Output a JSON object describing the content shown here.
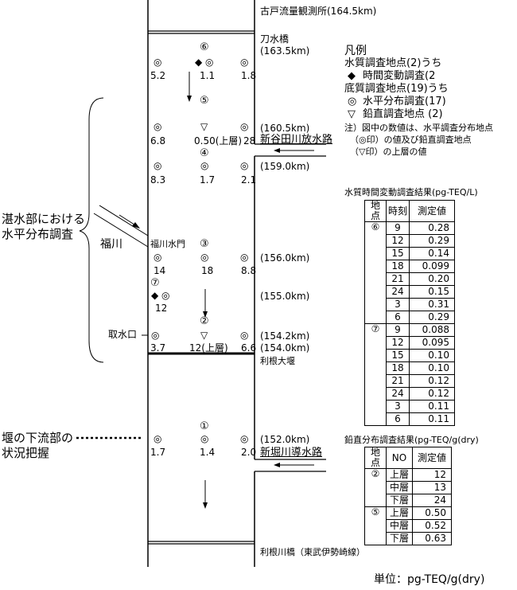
{
  "stations": {
    "kodo": "古戸流量観測所(164.5km)",
    "tonehashi_top": "刀水橋",
    "km_163_5": "(163.5km)",
    "km_160_5": "(160.5km)",
    "km_159_0": "(159.0km)",
    "km_156_0": "(156.0km)",
    "km_155_0": "(155.0km)",
    "km_154_2": "(154.2km)",
    "km_154_0": "(154.0km)",
    "km_152_0": "(152.0km)",
    "shinyata": "新谷田川放水路",
    "fukukawa_gate": "福川水門",
    "fukukawa": "福川",
    "shusuiguchi": "取水口",
    "tone_ozeki": "利根大堰",
    "shinhorikawa": "新堀川導水路",
    "tonekawa_bridge": "利根川橋（東武伊勢崎線）"
  },
  "left_labels": {
    "tansui_line1": "湛水部における",
    "tansui_line2": "水平分布調査",
    "downstream_line1": "堰の下流部の",
    "downstream_line2": "状況把握"
  },
  "points": {
    "p6": "⑥",
    "p5": "⑤",
    "p4": "④",
    "p3": "③",
    "p7": "⑦",
    "p2": "②",
    "p1": "①",
    "v_163_a": "5.2",
    "v_163_b": "1.1",
    "v_163_c": "1.8",
    "v_160_a": "6.8",
    "v_160_b": "0.50(上層)",
    "v_160_c": "28",
    "v_159_a": "8.3",
    "v_159_b": "1.7",
    "v_159_c": "2.1",
    "v_156_a": "14",
    "v_156_b": "18",
    "v_156_c": "8.8",
    "v_155_a": "12",
    "v_154_a": "3.7",
    "v_154_b": "12(上層)",
    "v_154_c": "6.6",
    "v_152_a": "1.7",
    "v_152_b": "1.4",
    "v_152_c": "2.0"
  },
  "symbols": {
    "circle": "◎",
    "diamond": "◆",
    "triangle": "▽",
    "arrow_left": "←"
  },
  "legend": {
    "title": "凡例",
    "line1": "水質調査地点(2)うち",
    "line2_sym": "◆",
    "line2": "時間変動調査(2",
    "line3": "底質調査地点(19)うち",
    "line4_sym": "◎",
    "line4": "水平分布調査(17)",
    "line5_sym": "▽",
    "line5": "鉛直調査地点 (2)",
    "note1": "注）図中の数値は、水平調査分布地点",
    "note2": "（◎印）の値及び鉛直調査地点",
    "note3": "（▽印）の上層の値"
  },
  "time_table": {
    "title": "水質時間変動調査結果(pg-TEQ/L)",
    "headers": [
      "地点",
      "時刻",
      "測定値"
    ],
    "groups": [
      {
        "point": "⑥",
        "rows": [
          [
            "9",
            "0.28"
          ],
          [
            "12",
            "0.29"
          ],
          [
            "15",
            "0.14"
          ],
          [
            "18",
            "0.099"
          ],
          [
            "21",
            "0.20"
          ],
          [
            "24",
            "0.15"
          ],
          [
            "3",
            "0.31"
          ],
          [
            "6",
            "0.29"
          ]
        ]
      },
      {
        "point": "⑦",
        "rows": [
          [
            "9",
            "0.088"
          ],
          [
            "12",
            "0.095"
          ],
          [
            "15",
            "0.10"
          ],
          [
            "18",
            "0.10"
          ],
          [
            "21",
            "0.12"
          ],
          [
            "24",
            "0.12"
          ],
          [
            "3",
            "0.11"
          ],
          [
            "6",
            "0.11"
          ]
        ]
      }
    ]
  },
  "vertical_table": {
    "title": "鉛直分布調査結果(pg-TEQ/g(dry)",
    "headers": [
      "地点",
      "NO",
      "測定値"
    ],
    "groups": [
      {
        "point": "②",
        "rows": [
          [
            "上層",
            "12"
          ],
          [
            "中層",
            "13"
          ],
          [
            "下層",
            "24"
          ]
        ]
      },
      {
        "point": "⑤",
        "rows": [
          [
            "上層",
            "0.50"
          ],
          [
            "中層",
            "0.52"
          ],
          [
            "下層",
            "0.63"
          ]
        ]
      }
    ]
  },
  "unit": "単位：pg-TEQ/g(dry)"
}
